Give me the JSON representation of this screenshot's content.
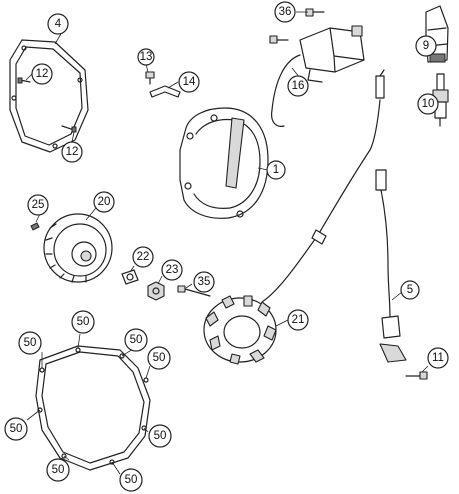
{
  "callouts": {
    "c4": "4",
    "c12a": "12",
    "c12b": "12",
    "c13": "13",
    "c14": "14",
    "c36": "36",
    "c16": "16",
    "c9": "9",
    "c10": "10",
    "c1": "1",
    "c25": "25",
    "c20": "20",
    "c22": "22",
    "c23": "23",
    "c35": "35",
    "c21": "21",
    "c5": "5",
    "c11": "11",
    "c50a": "50",
    "c50b": "50",
    "c50c": "50",
    "c50d": "50",
    "c50e": "50",
    "c50f": "50",
    "c50g": "50",
    "c50h": "50"
  }
}
